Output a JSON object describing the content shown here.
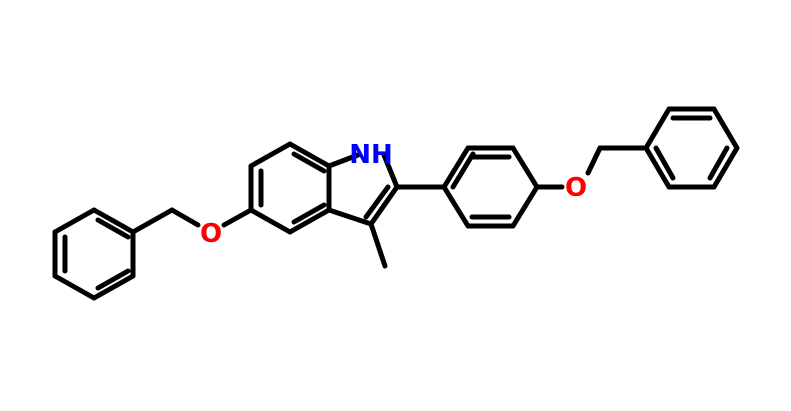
{
  "molecule": {
    "background": "#ffffff",
    "bond_color": "#000000",
    "atom_labels": {
      "nh": {
        "text": "NH",
        "color": "#0000ff"
      },
      "o_left": {
        "text": "O",
        "color": "#ff0000"
      },
      "o_right": {
        "text": "O",
        "color": "#ff0000"
      }
    }
  }
}
